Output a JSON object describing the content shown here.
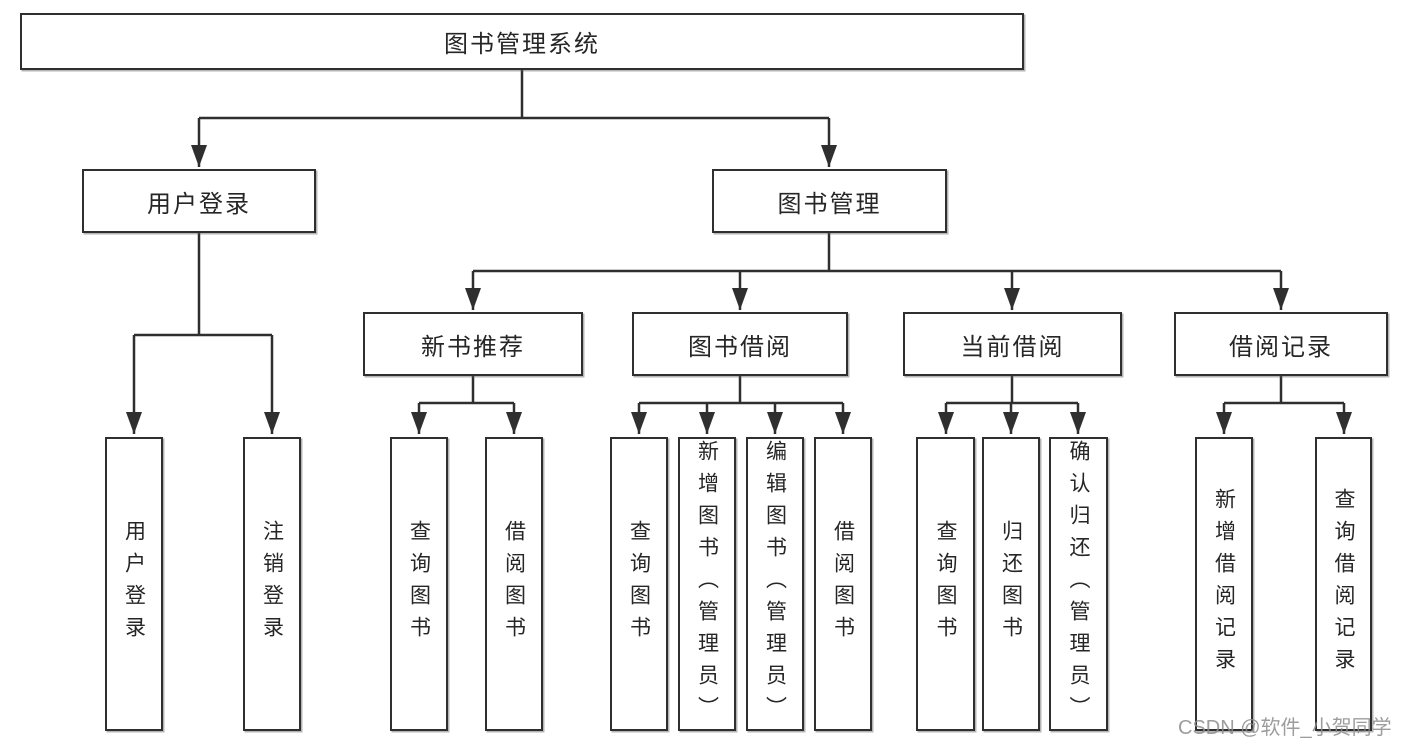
{
  "diagram": {
    "title": "图书管理系统",
    "branches": [
      {
        "label": "用户登录",
        "children": [
          {
            "label": "用户登录"
          },
          {
            "label": "注销登录"
          }
        ]
      },
      {
        "label": "图书管理",
        "children": [
          {
            "label": "新书推荐",
            "children": [
              {
                "label": "查询图书"
              },
              {
                "label": "借阅图书"
              }
            ]
          },
          {
            "label": "图书借阅",
            "children": [
              {
                "label": "查询图书"
              },
              {
                "label": "新增图书（管理员）"
              },
              {
                "label": "编辑图书（管理员）"
              },
              {
                "label": "借阅图书"
              }
            ]
          },
          {
            "label": "当前借阅",
            "children": [
              {
                "label": "查询图书"
              },
              {
                "label": "归还图书"
              },
              {
                "label": "确认归还（管理员）"
              }
            ]
          },
          {
            "label": "借阅记录",
            "children": [
              {
                "label": "新增借阅记录"
              },
              {
                "label": "查询借阅记录"
              }
            ]
          }
        ]
      }
    ]
  },
  "watermark": {
    "text": "CSDN @软件_小贺同学"
  },
  "colors": {
    "line": "#2f2f2f",
    "box_border": "#2f2f2f",
    "text": "#262626",
    "watermark": "#8c8c8c",
    "background": "#ffffff"
  }
}
